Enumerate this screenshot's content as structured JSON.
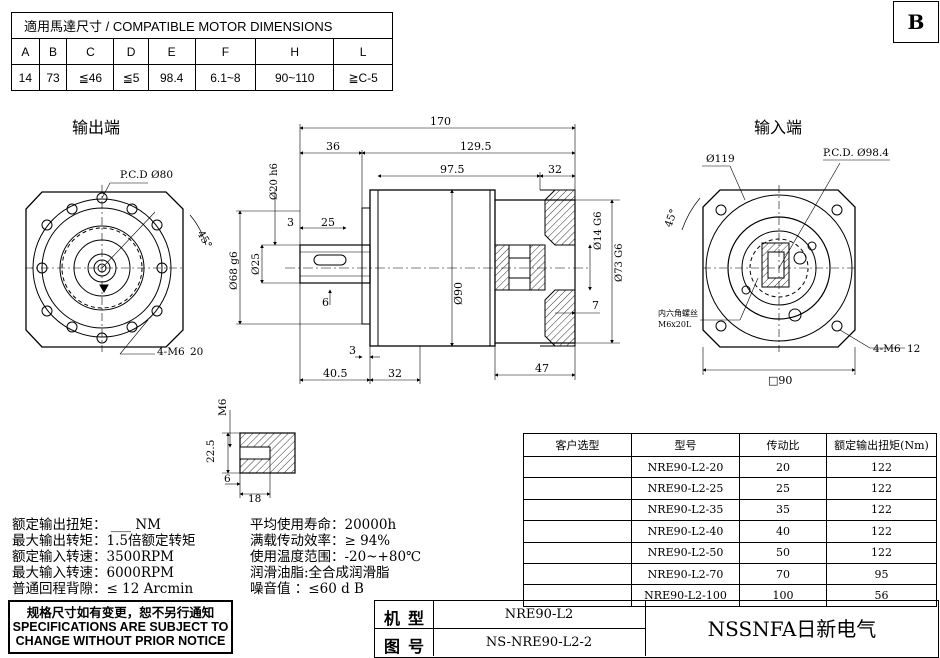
{
  "dims_table": {
    "title": "適用馬達尺寸 / COMPATIBLE MOTOR DIMENSIONS",
    "headers": [
      "A",
      "B",
      "C",
      "D",
      "E",
      "F",
      "H",
      "L"
    ],
    "values": [
      "14",
      "73",
      "≦46",
      "≦5",
      "98.4",
      "6.1~8",
      "90~110",
      "≧C-5"
    ]
  },
  "sheet_letter": "B",
  "views": {
    "output_title": "输出端",
    "input_title": "输入端"
  },
  "output_view": {
    "pcd": "P.C.D  Ø80",
    "angle": "45°",
    "holes": "4-M6",
    "depth": "20"
  },
  "side_view": {
    "len_total": "170",
    "len_36": "36",
    "len_129_5": "129.5",
    "len_97_5": "97.5",
    "len_32_top": "32",
    "dia_shaft_tol": "Ø20 h6",
    "len_3": "3",
    "len_25": "25",
    "dia_68": "Ø68 g6",
    "dia_25": "Ø25",
    "len_6": "6",
    "dia_90": "Ø90",
    "dia_14": "Ø14 G6",
    "dia_73": "Ø73 G6",
    "len_7": "7",
    "len_3b": "3",
    "len_40_5": "40.5",
    "len_32_bot": "32",
    "len_47": "47"
  },
  "input_view": {
    "dia_119": "Ø119",
    "pcd": "P.C.D.  Ø98.4",
    "angle": "45°",
    "socket_label_1": "内六角螺丝",
    "socket_label_2": "M6x20L",
    "holes": "4-M6",
    "depth": "12",
    "square": "□90"
  },
  "key_detail": {
    "thread": "M6",
    "d_22_5": "22.5",
    "d_6": "6",
    "d_18": "18"
  },
  "specs_left": [
    "额定输出扭矩：    ___ NM",
    "最大输出转矩：1.5倍额定转矩",
    "额定输入转速：3500RPM",
    "最大输入转速：6000RPM",
    "普通回程背隙：≤ 12 Arcmin"
  ],
  "specs_right": [
    "平均使用寿命：20000h",
    "满载传动效率：≥  94%",
    "使用温度范围：-20~+80℃",
    "润滑油脂:全合成润滑脂",
    "噪音值         ：≤60 d B"
  ],
  "model_table": {
    "headers": [
      "客户选型",
      "型号",
      "传动比",
      "额定输出扭矩(Nm)"
    ],
    "rows": [
      [
        "",
        "NRE90-L2-20",
        "20",
        "122"
      ],
      [
        "",
        "NRE90-L2-25",
        "25",
        "122"
      ],
      [
        "",
        "NRE90-L2-35",
        "35",
        "122"
      ],
      [
        "",
        "NRE90-L2-40",
        "40",
        "122"
      ],
      [
        "",
        "NRE90-L2-50",
        "50",
        "122"
      ],
      [
        "",
        "NRE90-L2-70",
        "70",
        "95"
      ],
      [
        "",
        "NRE90-L2-100",
        "100",
        "56"
      ]
    ]
  },
  "notice": {
    "line1": "规格尺寸如有变更，恕不另行通知",
    "line2": "SPECIFICATIONS ARE SUBJECT TO",
    "line3": "CHANGE WITHOUT PRIOR NOTICE"
  },
  "title_block": {
    "model_label": "机型",
    "model_value": "NRE90-L2",
    "drawing_label": "图号",
    "drawing_value": "NS-NRE90-L2-2",
    "company": "NSSNFA日新电气"
  }
}
